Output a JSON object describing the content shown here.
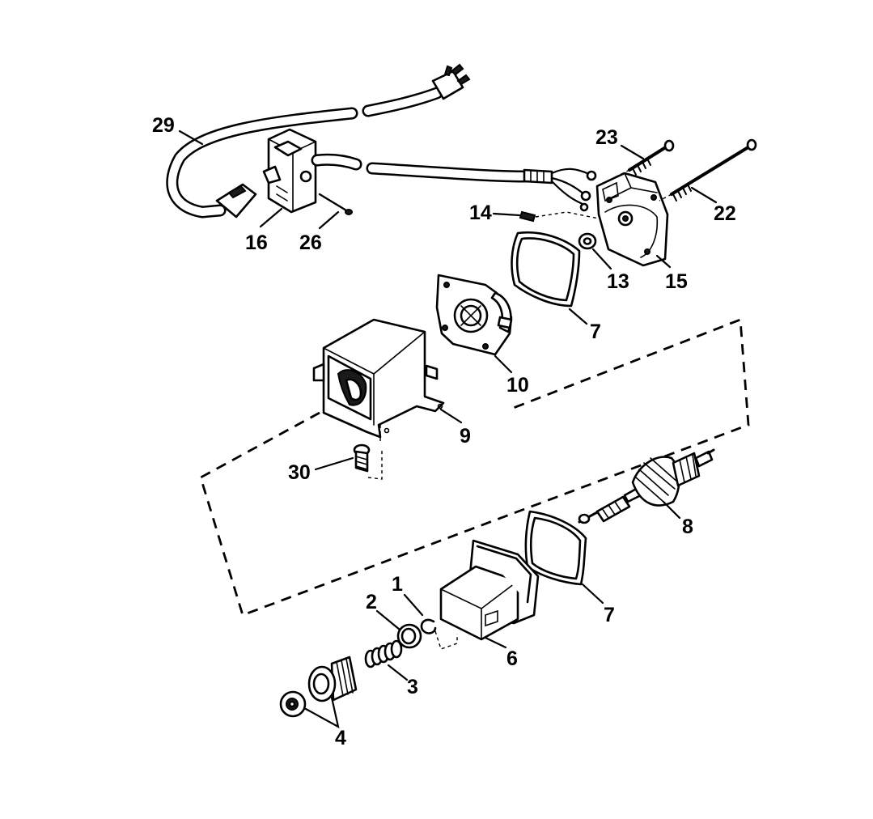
{
  "labels": {
    "l1": "1",
    "l2": "2",
    "l3": "3",
    "l4": "4",
    "l6": "6",
    "l7a": "7",
    "l7b": "7",
    "l8": "8",
    "l9": "9",
    "l10": "10",
    "l13": "13",
    "l14": "14",
    "l15": "15",
    "l16": "16",
    "l22": "22",
    "l23": "23",
    "l26": "26",
    "l29": "29",
    "l30": "30"
  }
}
